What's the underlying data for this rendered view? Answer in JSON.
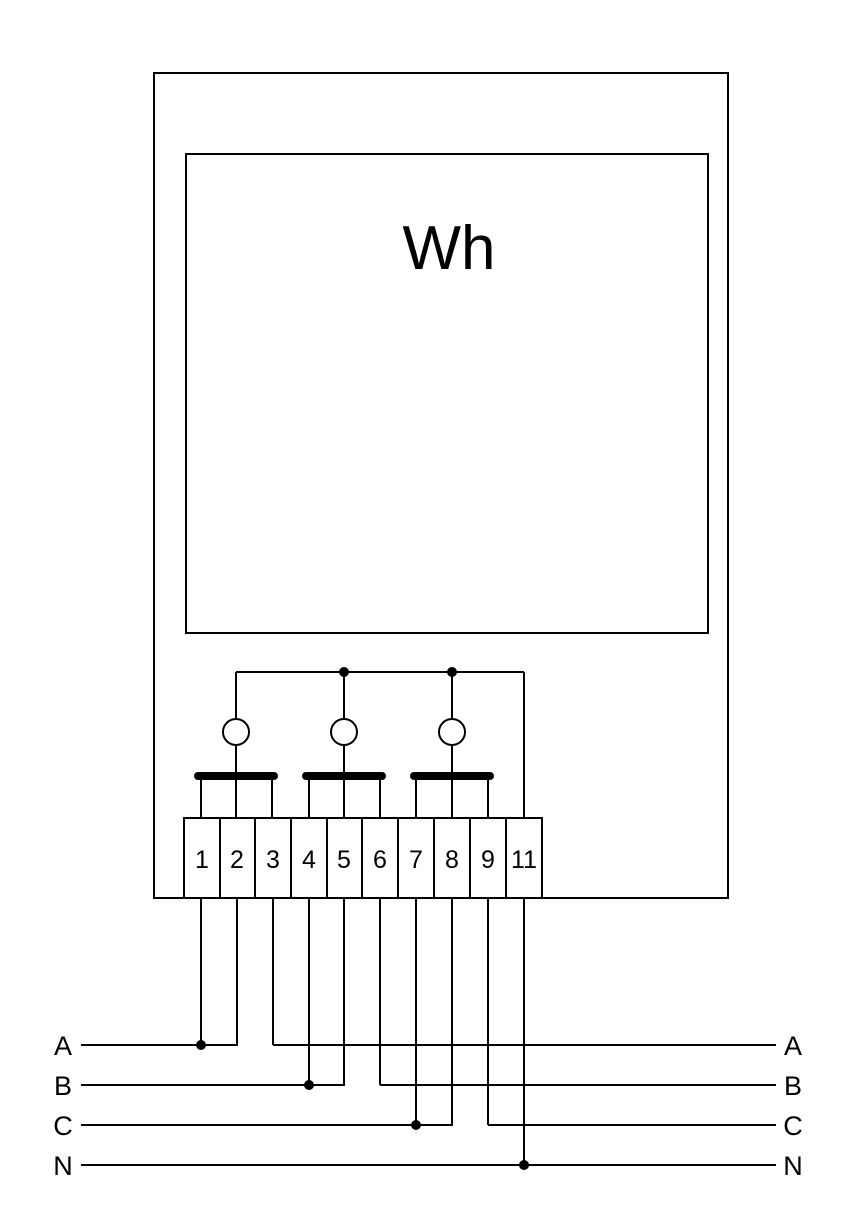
{
  "meter": {
    "unit_label": "Wh",
    "terminals": [
      "1",
      "2",
      "3",
      "4",
      "5",
      "6",
      "7",
      "8",
      "9",
      "11"
    ]
  },
  "lines": {
    "left": [
      "A",
      "B",
      "C",
      "N"
    ],
    "right": [
      "A",
      "B",
      "C",
      "N"
    ]
  }
}
